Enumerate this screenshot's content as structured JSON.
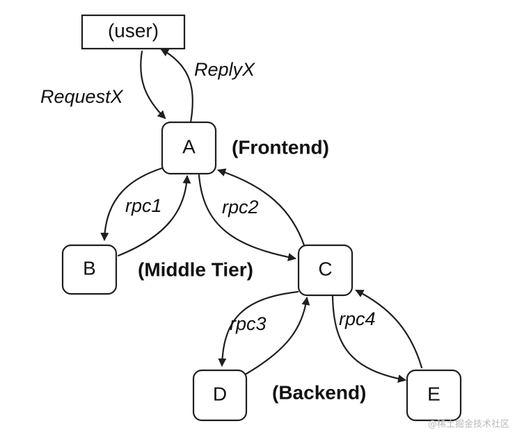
{
  "nodes": {
    "user": "(user)",
    "a": "A",
    "b": "B",
    "c": "C",
    "d": "D",
    "e": "E"
  },
  "edges": {
    "request": "RequestX",
    "reply": "ReplyX",
    "rpc1": "rpc1",
    "rpc2": "rpc2",
    "rpc3": "rpc3",
    "rpc4": "rpc4"
  },
  "tiers": {
    "frontend": "(Frontend)",
    "middle": "(Middle Tier)",
    "backend": "(Backend)"
  },
  "watermark": "@稀土掘金技术社区",
  "colors": {
    "ink": "#111111",
    "stroke": "#1f1f1f",
    "background": "#ffffff",
    "watermark": "#b9b9b9"
  }
}
